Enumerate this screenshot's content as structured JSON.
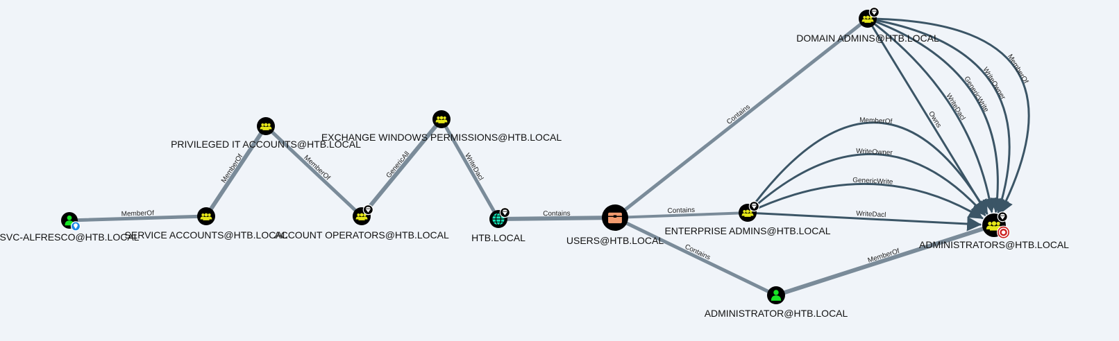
{
  "nodes": [
    {
      "id": "svc",
      "label": "SVC-ALFRESCO@HTB.LOCAL",
      "kind": "user",
      "badge": "pin-icon"
    },
    {
      "id": "svcacc",
      "label": "SERVICE ACCOUNTS@HTB.LOCAL",
      "kind": "group",
      "badge": ""
    },
    {
      "id": "priv",
      "label": "PRIVILEGED IT ACCOUNTS@HTB.LOCAL",
      "kind": "group",
      "badge": ""
    },
    {
      "id": "accop",
      "label": "ACCOUNT OPERATORS@HTB.LOCAL",
      "kind": "group",
      "badge": "gem-icon"
    },
    {
      "id": "exch",
      "label": "EXCHANGE WINDOWS PERMISSIONS@HTB.LOCAL",
      "kind": "group",
      "badge": ""
    },
    {
      "id": "htb",
      "label": "HTB.LOCAL",
      "kind": "domain",
      "badge": "gem-icon"
    },
    {
      "id": "users",
      "label": "USERS@HTB.LOCAL",
      "kind": "container",
      "badge": ""
    },
    {
      "id": "ent",
      "label": "ENTERPRISE ADMINS@HTB.LOCAL",
      "kind": "group",
      "badge": "gem-icon"
    },
    {
      "id": "dadm",
      "label": "DOMAIN ADMINS@HTB.LOCAL",
      "kind": "group",
      "badge": "gem-icon"
    },
    {
      "id": "adms",
      "label": "ADMINISTRATORS@HTB.LOCAL",
      "kind": "group",
      "badge": "gem-icon",
      "target": true
    },
    {
      "id": "admin",
      "label": "ADMINISTRATOR@HTB.LOCAL",
      "kind": "user",
      "badge": ""
    }
  ],
  "edges": [
    {
      "source": "svc",
      "target": "svcacc",
      "label": "MemberOf",
      "style": "path"
    },
    {
      "source": "svcacc",
      "target": "priv",
      "label": "MemberOf",
      "style": "path"
    },
    {
      "source": "priv",
      "target": "accop",
      "label": "MemberOf",
      "style": "path"
    },
    {
      "source": "accop",
      "target": "exch",
      "label": "GenericAll",
      "style": "path"
    },
    {
      "source": "exch",
      "target": "htb",
      "label": "WriteDacl",
      "style": "path"
    },
    {
      "source": "htb",
      "target": "users",
      "label": "Contains",
      "style": "path"
    },
    {
      "source": "users",
      "target": "dadm",
      "label": "Contains",
      "style": "path"
    },
    {
      "source": "users",
      "target": "ent",
      "label": "Contains",
      "style": "path"
    },
    {
      "source": "users",
      "target": "admin",
      "label": "Contains",
      "style": "path"
    },
    {
      "source": "admin",
      "target": "adms",
      "label": "MemberOf",
      "style": "path"
    },
    {
      "source": "ent",
      "target": "adms",
      "label": "MemberOf",
      "style": "dark"
    },
    {
      "source": "ent",
      "target": "adms",
      "label": "WriteOwner",
      "style": "dark"
    },
    {
      "source": "ent",
      "target": "adms",
      "label": "GenericWrite",
      "style": "dark"
    },
    {
      "source": "ent",
      "target": "adms",
      "label": "WriteDacl",
      "style": "dark"
    },
    {
      "source": "dadm",
      "target": "adms",
      "label": "Owns",
      "style": "dark"
    },
    {
      "source": "dadm",
      "target": "adms",
      "label": "WriteDacl",
      "style": "dark"
    },
    {
      "source": "dadm",
      "target": "adms",
      "label": "GenericWrite",
      "style": "dark"
    },
    {
      "source": "dadm",
      "target": "adms",
      "label": "WriteOwner",
      "style": "dark"
    },
    {
      "source": "dadm",
      "target": "adms",
      "label": "MemberOf",
      "style": "dark"
    }
  ],
  "colors": {
    "background": "#f0f4f9",
    "path_edge": "#7a8b99",
    "dark_edge": "#3b5566",
    "group_icon": "#e5e619",
    "user_icon": "#17e625",
    "domain_icon": "#17e6b9",
    "container_icon": "#f29b6e",
    "node_bg": "#000000",
    "target_badge": "#cc1f1f"
  }
}
